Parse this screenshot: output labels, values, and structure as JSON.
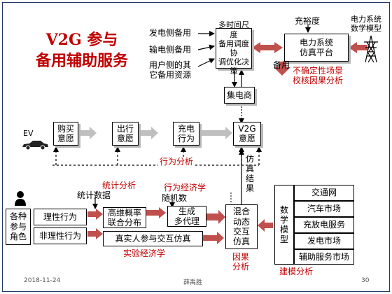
{
  "title": "V2G 参与\n备用辅助服务",
  "top": {
    "gen_reserves": [
      "发电侧备用",
      "输电侧备用",
      "用户侧的其\n它备用资源"
    ],
    "decision_box": "多时间尺度\n备用调度协\n调优化决策",
    "adequacy": "充裕度",
    "sim_platform": "电力系统\n仿真平台",
    "power_model": "电力系统\n数学模型",
    "reserve_label": "备用",
    "uncertainty": "不确定性场景\n校核因果分析",
    "aggregator": "集电商"
  },
  "ev_row": {
    "ev": "EV",
    "boxes": [
      "购买\n意愿",
      "出行\n意愿",
      "充电\n行为",
      "V2G\n意愿"
    ],
    "behavior_analysis": "行为分析",
    "sim_result": "仿\n真\n结\n果"
  },
  "bottom": {
    "roles": "各种\n参与\n角色",
    "rational": "理性行为",
    "irrational": "非理性行为",
    "stat_analysis": "统计分析",
    "stat_data": "统计数据",
    "behavior_econ": "行为经济学",
    "random_num": "随机数",
    "high_dim": "高维概率\n联合分布",
    "generate_agents": "生成\n多代理",
    "real_sim": "真实人参与交互仿真",
    "exp_econ": "实验经济学",
    "hybrid_sim": "混合\n动态\n交互\n仿真",
    "causal": "因果\n分析",
    "math_model": "数\n学\n模\n型",
    "markets": [
      "交通网",
      "汽车市场",
      "充放电服务",
      "发电市场",
      "辅助服务市场"
    ],
    "modeling": "建模分析"
  },
  "footer": {
    "date": "2018-11-24",
    "author": "薛禹胜",
    "page": "30"
  },
  "colors": {
    "accent_red": "#c00000",
    "arrow_red": "#c0504d",
    "arrow_gray": "#bfbfbf",
    "frame": "#1f3864"
  },
  "icons": [
    "user-icon",
    "car-icon",
    "tower-icon"
  ]
}
